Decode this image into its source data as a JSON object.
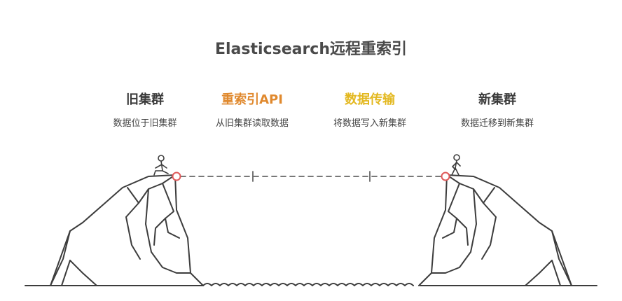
{
  "title": "Elasticsearch远程重索引",
  "steps": [
    {
      "label": "旧集群",
      "desc": "数据位于旧集群",
      "color": "#3b3b3b"
    },
    {
      "label": "重索引API",
      "desc": "从旧集群读取数据",
      "color": "#e0892e"
    },
    {
      "label": "数据传输",
      "desc": "将数据写入新集群",
      "color": "#e3b81f"
    },
    {
      "label": "新集群",
      "desc": "数据迁移到新集群",
      "color": "#3b3b3b"
    }
  ],
  "colors": {
    "line": "#3d3d3d",
    "dash": "#666666",
    "endpoint": "#e05a5a"
  }
}
